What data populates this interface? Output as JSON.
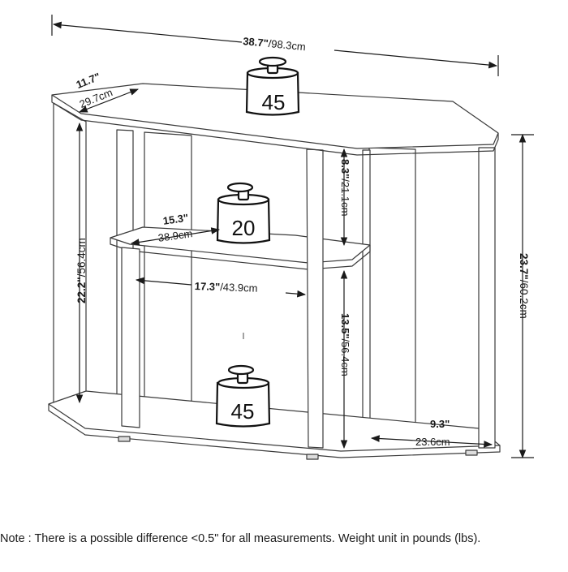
{
  "dimensions": {
    "width": {
      "inch": "38.7\"",
      "cm": "/98.3cm"
    },
    "top_depth": {
      "inch": "11.7\"",
      "cm": "29.7cm"
    },
    "middle_shelf_depth": {
      "inch": "15.3\"",
      "cm": "38.9cm"
    },
    "inner_width": {
      "inch": "17.3\"",
      "cm": "/43.9cm"
    },
    "left_height": {
      "inch": "22.2\"",
      "cm": "/56.4cm"
    },
    "upper_clearance": {
      "inch": "8.3\"",
      "cm": "/21.1cm"
    },
    "lower_clearance": {
      "inch": "13.5\"",
      "cm": "/56.4cm"
    },
    "total_height": {
      "inch": "23.7\"",
      "cm": "/60.2cm"
    },
    "base_depth": {
      "inch": "9.3\"",
      "cm": "23.6cm"
    }
  },
  "weights": {
    "top": "45",
    "middle": "20",
    "bottom": "45"
  },
  "note": "Note : There is a possible difference <0.5\" for all measurements. Weight unit in pounds (lbs)."
}
